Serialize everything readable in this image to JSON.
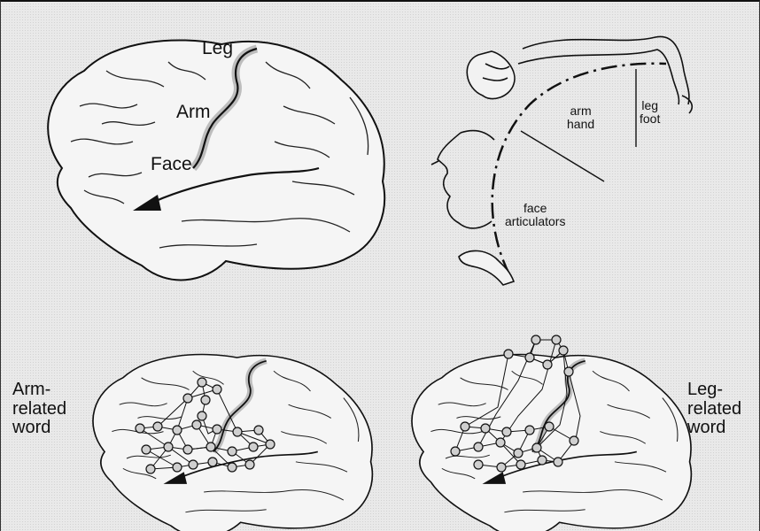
{
  "brain_labels": {
    "leg": "Leg",
    "arm": "Arm",
    "face": "Face"
  },
  "homunculus": {
    "arm_hand": "arm\nhand",
    "leg_foot": "leg\nfoot",
    "face_articulators": "face\narticulators"
  },
  "word_labels": {
    "arm_related": "Arm-\nrelated\nword",
    "leg_related": "Leg-\nrelated\nword"
  },
  "colors": {
    "ink": "#111111",
    "strip": "#bdbdbd",
    "node_fill": "#cfcfcf"
  }
}
